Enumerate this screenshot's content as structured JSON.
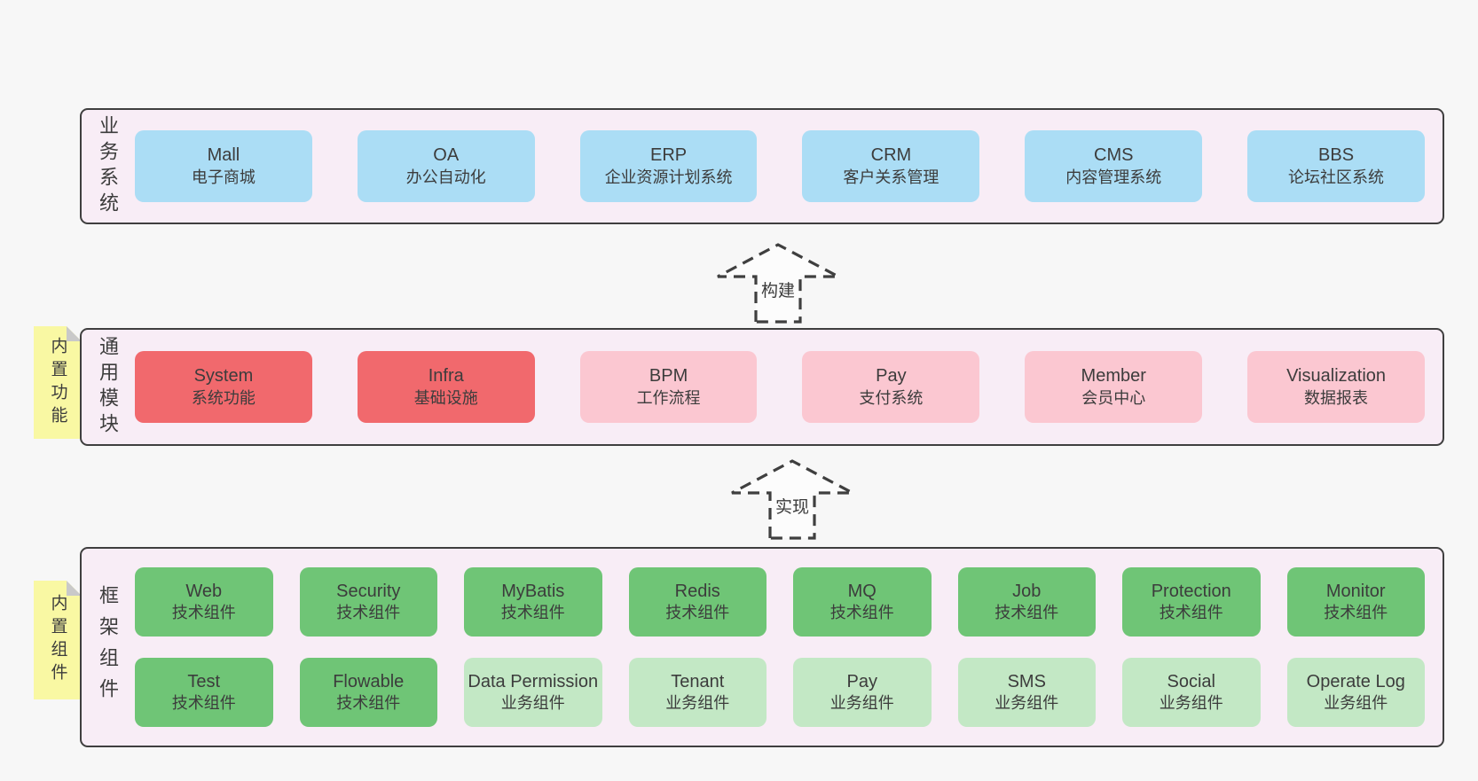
{
  "palette": {
    "page_bg": "#f7f7f7",
    "band_bg": "#f8edf6",
    "band_border": "#3f3f3f",
    "text": "#3c3c3c",
    "blue": "#abddf5",
    "red": "#f1696d",
    "pink": "#fbc7d1",
    "green": "#6fc576",
    "green_light": "#c3e8c5",
    "yellow": "#f9f8a3",
    "fold_gray": "#c9c9c9",
    "arrow_fill": "#fcfcfc"
  },
  "stickies": [
    {
      "label": "内置功能"
    },
    {
      "label": "内置组件"
    }
  ],
  "arrows": [
    {
      "label": "构建"
    },
    {
      "label": "实现"
    }
  ],
  "bands": [
    {
      "label": "业务系统",
      "rows": [
        [
          {
            "title": "Mall",
            "subtitle": "电子商城",
            "color": "blue"
          },
          {
            "title": "OA",
            "subtitle": "办公自动化",
            "color": "blue"
          },
          {
            "title": "ERP",
            "subtitle": "企业资源计划系统",
            "color": "blue"
          },
          {
            "title": "CRM",
            "subtitle": "客户关系管理",
            "color": "blue"
          },
          {
            "title": "CMS",
            "subtitle": "内容管理系统",
            "color": "blue"
          },
          {
            "title": "BBS",
            "subtitle": "论坛社区系统",
            "color": "blue"
          }
        ]
      ]
    },
    {
      "label": "通用模块",
      "rows": [
        [
          {
            "title": "System",
            "subtitle": "系统功能",
            "color": "red"
          },
          {
            "title": "Infra",
            "subtitle": "基础设施",
            "color": "red"
          },
          {
            "title": "BPM",
            "subtitle": "工作流程",
            "color": "pink"
          },
          {
            "title": "Pay",
            "subtitle": "支付系统",
            "color": "pink"
          },
          {
            "title": "Member",
            "subtitle": "会员中心",
            "color": "pink"
          },
          {
            "title": "Visualization",
            "subtitle": "数据报表",
            "color": "pink"
          }
        ]
      ]
    },
    {
      "label": "框架组件",
      "rows": [
        [
          {
            "title": "Web",
            "subtitle": "技术组件",
            "color": "green"
          },
          {
            "title": "Security",
            "subtitle": "技术组件",
            "color": "green"
          },
          {
            "title": "MyBatis",
            "subtitle": "技术组件",
            "color": "green"
          },
          {
            "title": "Redis",
            "subtitle": "技术组件",
            "color": "green"
          },
          {
            "title": "MQ",
            "subtitle": "技术组件",
            "color": "green"
          },
          {
            "title": "Job",
            "subtitle": "技术组件",
            "color": "green"
          },
          {
            "title": "Protection",
            "subtitle": "技术组件",
            "color": "green"
          },
          {
            "title": "Monitor",
            "subtitle": "技术组件",
            "color": "green"
          }
        ],
        [
          {
            "title": "Test",
            "subtitle": "技术组件",
            "color": "green"
          },
          {
            "title": "Flowable",
            "subtitle": "技术组件",
            "color": "green"
          },
          {
            "title": "Data Permission",
            "subtitle": "业务组件",
            "color": "green_light"
          },
          {
            "title": "Tenant",
            "subtitle": "业务组件",
            "color": "green_light"
          },
          {
            "title": "Pay",
            "subtitle": "业务组件",
            "color": "green_light"
          },
          {
            "title": "SMS",
            "subtitle": "业务组件",
            "color": "green_light"
          },
          {
            "title": "Social",
            "subtitle": "业务组件",
            "color": "green_light"
          },
          {
            "title": "Operate Log",
            "subtitle": "业务组件",
            "color": "green_light"
          }
        ]
      ]
    }
  ]
}
